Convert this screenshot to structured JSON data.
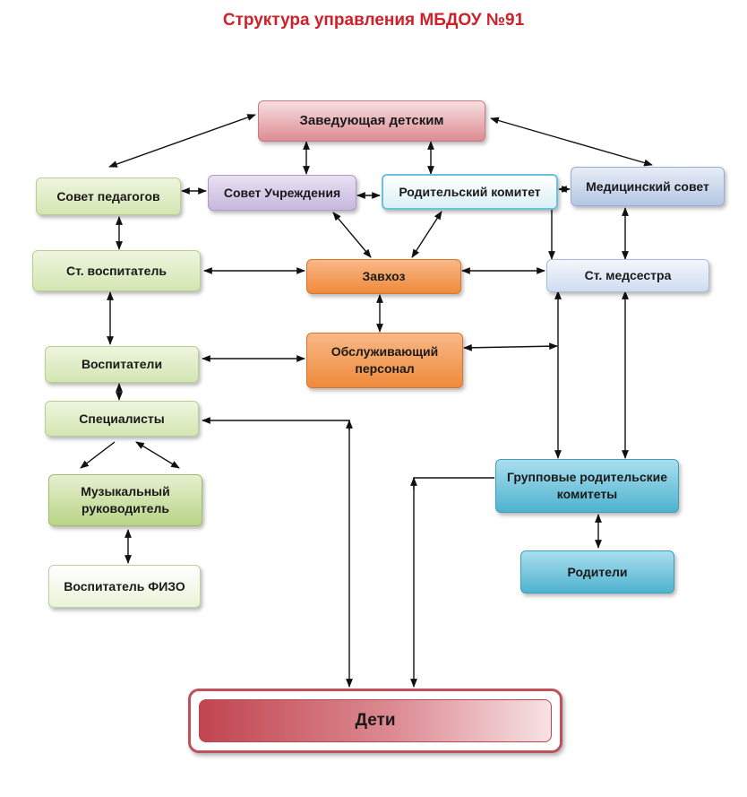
{
  "title": "Структура управления МБДОУ №91",
  "nodes": {
    "head": "Заведующая детским",
    "teachers_council": "Совет педагогов",
    "institution_council": "Совет Учреждения",
    "parent_committee": "Родительский комитет",
    "medical_council": "Медицинский совет",
    "senior_teacher": "Ст. воспитатель",
    "supply_manager": "Завхоз",
    "senior_nurse": "Ст. медсестра",
    "teachers": "Воспитатели",
    "service_staff": "Обслуживающий персонал",
    "specialists": "Специалисты",
    "music_director": "Музыкальный руководитель",
    "pe_teacher": "Воспитатель ФИЗО",
    "group_committees": "Групповые родительские комитеты",
    "parents": "Родители",
    "children": "Дети"
  },
  "colors": {
    "title": "#d0202a",
    "arrow": "#111111"
  }
}
